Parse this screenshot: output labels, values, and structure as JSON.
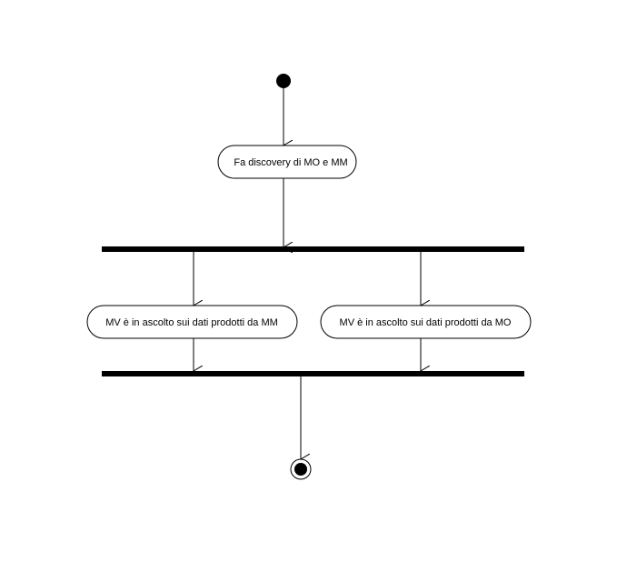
{
  "diagram": {
    "kind": "uml-activity",
    "activities": {
      "discovery": "Fa discovery di MO e MM",
      "listen_mm": "MV è in ascolto sui dati prodotti da MM",
      "listen_mo": "MV è in ascolto sui dati prodotti da MO"
    },
    "colors": {
      "stroke": "#000000",
      "fill": "#ffffff",
      "bar": "#000000"
    }
  }
}
